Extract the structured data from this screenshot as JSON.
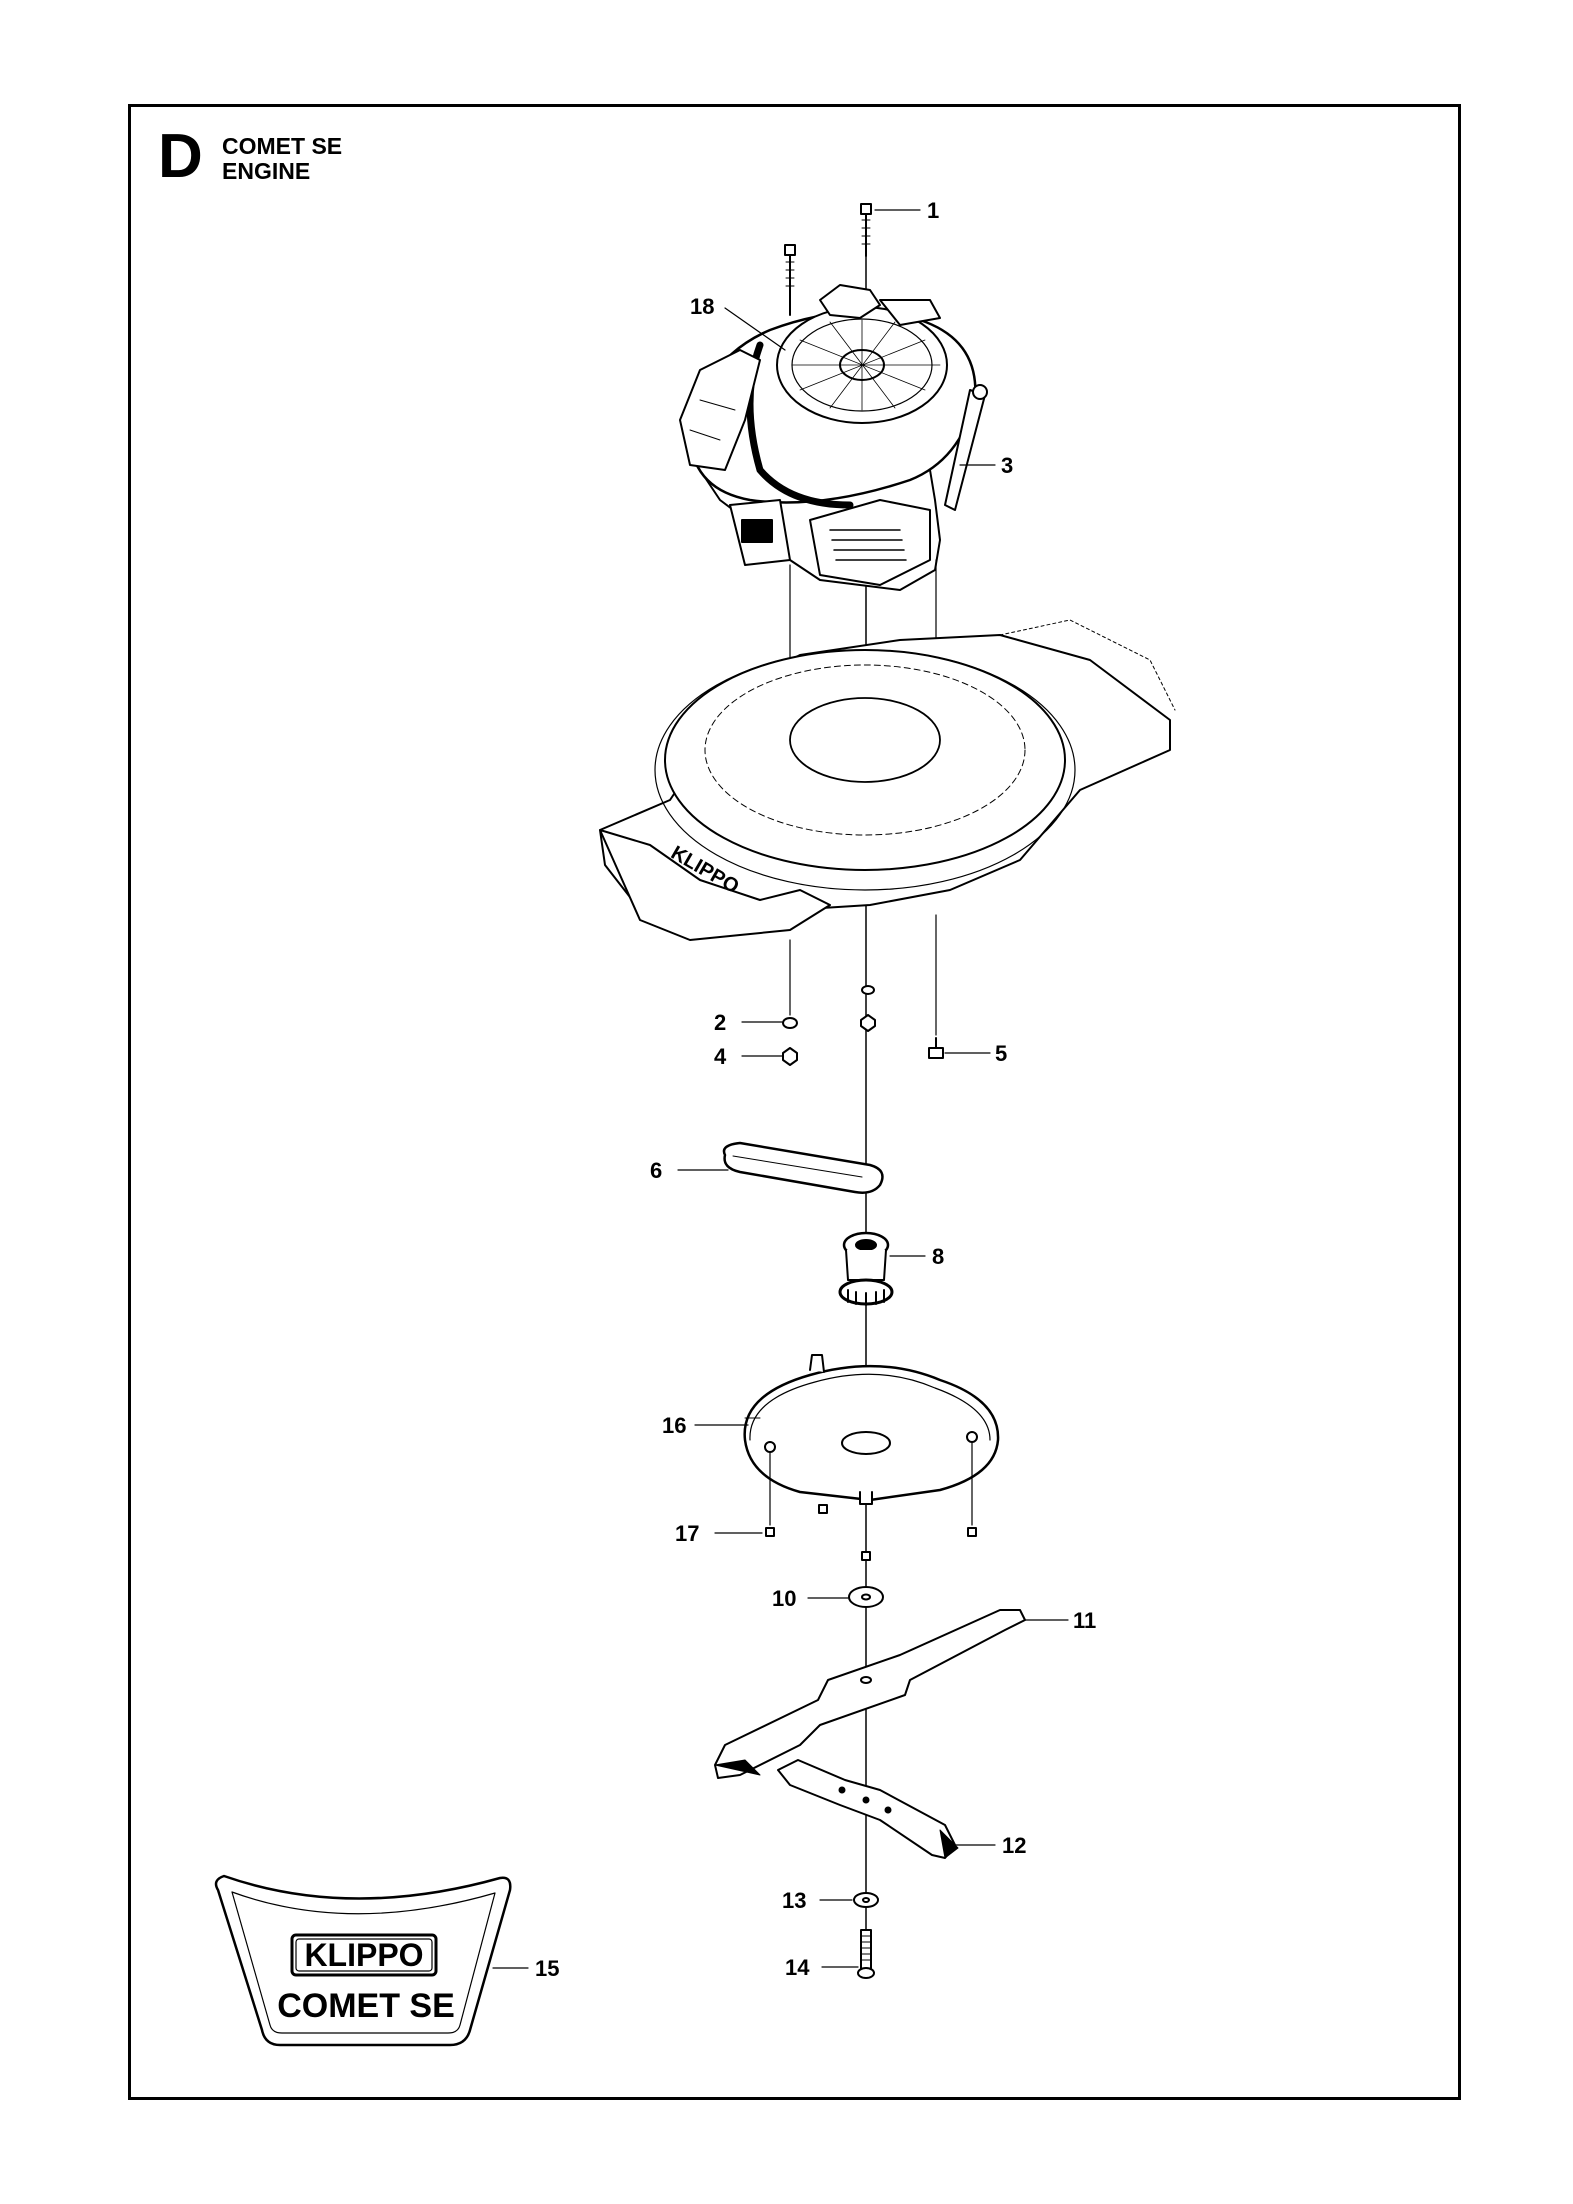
{
  "header": {
    "section_letter": "D",
    "model": "COMET SE",
    "title": "ENGINE"
  },
  "callouts": {
    "c1": "1",
    "c2": "2",
    "c3": "3",
    "c4": "4",
    "c5": "5",
    "c6": "6",
    "c8": "8",
    "c10": "10",
    "c11": "11",
    "c12": "12",
    "c13": "13",
    "c14": "14",
    "c15": "15",
    "c16": "16",
    "c17": "17",
    "c18": "18"
  },
  "decal": {
    "brand": "KLIPPO",
    "model": "COMET SE"
  },
  "deck_marking": "KLIPPO"
}
